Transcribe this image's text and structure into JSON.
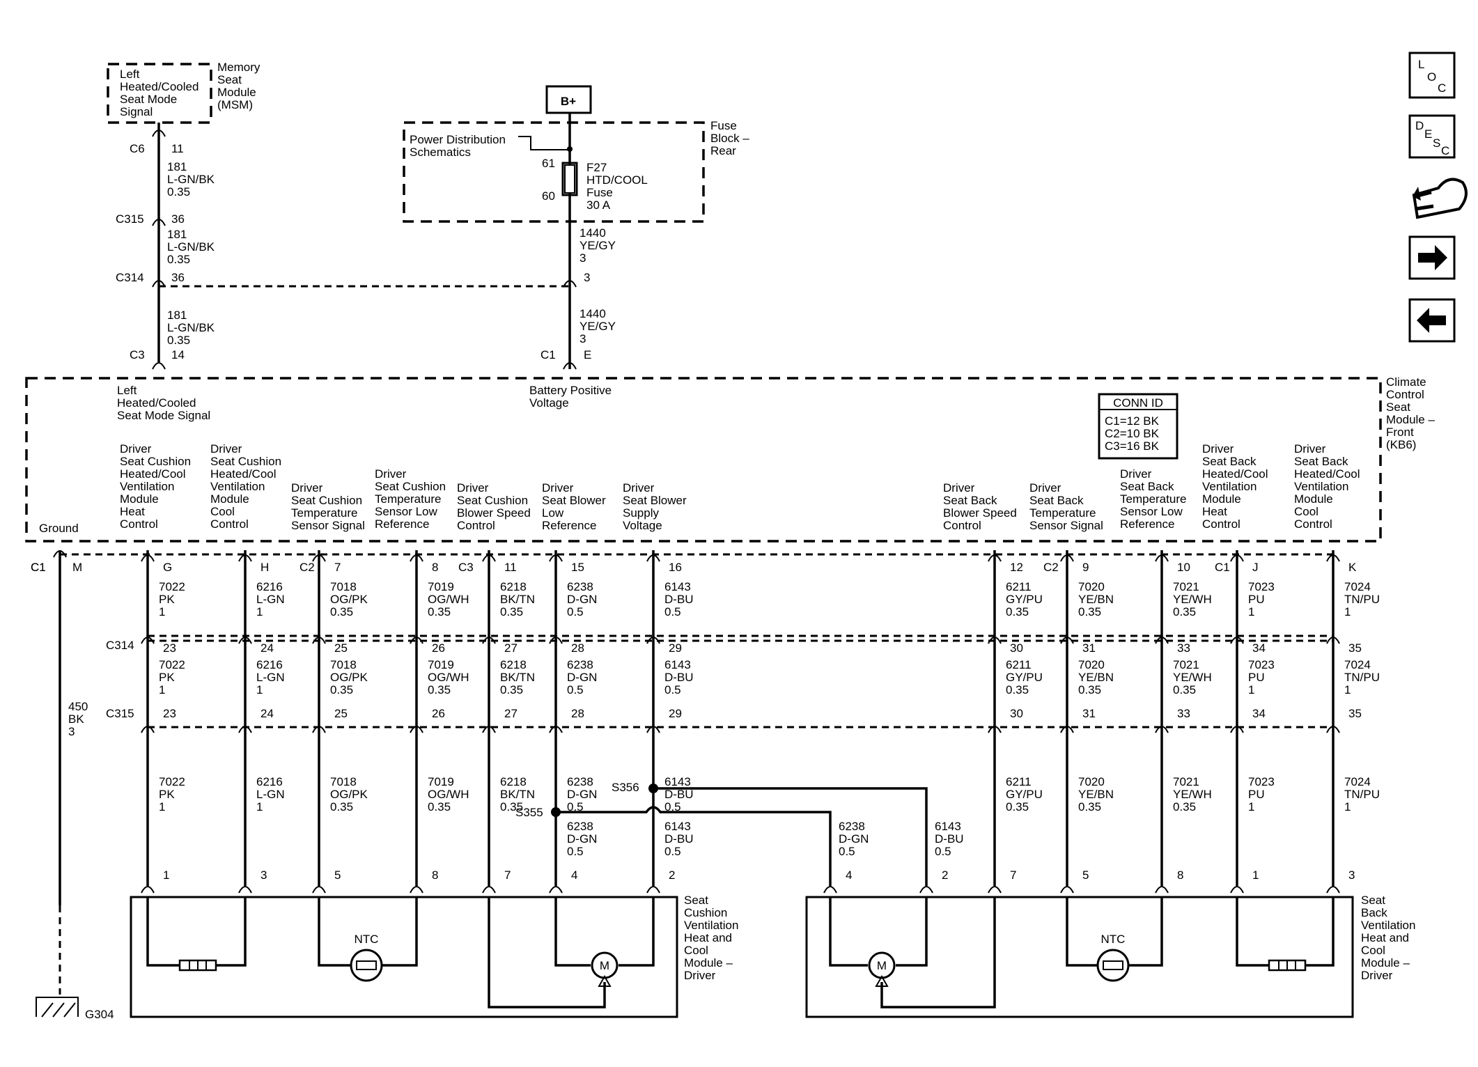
{
  "msm": {
    "box_lines": [
      "Left",
      "Heated/Cooled",
      "Seat Mode",
      "Signal"
    ],
    "module_lines": [
      "Memory",
      "Seat",
      "Module",
      "(MSM)"
    ]
  },
  "left_chain": {
    "c6": "C6",
    "c6_pin": "11",
    "w1": [
      "181",
      "L-GN/BK",
      "0.35"
    ],
    "c315": "C315",
    "c315_pin": "36",
    "w2": [
      "181",
      "L-GN/BK",
      "0.35"
    ],
    "c314": "C314",
    "c314_pin": "36",
    "w3": [
      "181",
      "L-GN/BK",
      "0.35"
    ],
    "c3": "C3",
    "c3_pin": "14"
  },
  "fuse": {
    "bplus": "B+",
    "pds_lines": [
      "Power Distribution",
      "Schematics"
    ],
    "pin_top": "61",
    "pin_bot": "60",
    "fuse_lines": [
      "F27",
      "HTD/COOL",
      "Fuse",
      "30 A"
    ],
    "block_lines": [
      "Fuse",
      "Block –",
      "Rear"
    ],
    "w1": [
      "1440",
      "YE/GY",
      "3"
    ],
    "c314_pin": "3",
    "w2": [
      "1440",
      "YE/GY",
      "3"
    ],
    "c1": "C1",
    "c1_pin": "E"
  },
  "ccsm": {
    "module_lines": [
      "Climate",
      "Control",
      "Seat",
      "Module –",
      "Front",
      "(KB6)"
    ],
    "left_signal": [
      "Left",
      "Heated/Cooled",
      "Seat Mode Signal"
    ],
    "battery": [
      "Battery Positive",
      "Voltage"
    ],
    "conn_id_title": "CONN ID",
    "conn_id_lines": [
      "C1=12 BK",
      "C2=10 BK",
      "C3=16 BK"
    ],
    "ground": "Ground",
    "func": {
      "g": [
        "Driver",
        "Seat Cushion",
        "Heated/Cool",
        "Ventilation",
        "Module",
        "Heat",
        "Control"
      ],
      "h": [
        "Driver",
        "Seat Cushion",
        "Heated/Cool",
        "Ventilation",
        "Module",
        "Cool",
        "Control"
      ],
      "p7": [
        "Driver",
        "Seat Cushion",
        "Temperature",
        "Sensor Signal"
      ],
      "p8": [
        "Driver",
        "Seat Cushion",
        "Temperature",
        "Sensor Low",
        "Reference"
      ],
      "p11": [
        "Driver",
        "Seat Cushion",
        "Blower Speed",
        "Control"
      ],
      "p15": [
        "Driver",
        "Seat Blower",
        "Low",
        "Reference"
      ],
      "p16": [
        "Driver",
        "Seat Blower",
        "Supply",
        "Voltage"
      ],
      "p12": [
        "Driver",
        "Seat Back",
        "Blower Speed",
        "Control"
      ],
      "p9": [
        "Driver",
        "Seat Back",
        "Temperature",
        "Sensor Signal"
      ],
      "p10": [
        "Driver",
        "Seat Back",
        "Temperature",
        "Sensor Low",
        "Reference"
      ],
      "j": [
        "Driver",
        "Seat Back",
        "Heated/Cool",
        "Ventilation",
        "Module",
        "Heat",
        "Control"
      ],
      "k": [
        "Driver",
        "Seat Back",
        "Heated/Cool",
        "Ventilation",
        "Module",
        "Cool",
        "Control"
      ]
    }
  },
  "connectors": {
    "c1": "C1",
    "c2": "C2",
    "c3": "C3",
    "c314": "C314",
    "c315": "C315"
  },
  "ground_wire": {
    "pin": "M",
    "w": [
      "450",
      "BK",
      "3"
    ],
    "g304": "G304"
  },
  "circuits": [
    {
      "id": "g",
      "top_pin": "G",
      "row1": [
        "7022",
        "PK",
        "1"
      ],
      "p314": "23",
      "row2": [
        "7022",
        "PK",
        "1"
      ],
      "p315": "23",
      "row3": [
        "7022",
        "PK",
        "1"
      ],
      "mod_pin": "1"
    },
    {
      "id": "h",
      "top_pin": "H",
      "row1": [
        "6216",
        "L-GN",
        "1"
      ],
      "p314": "24",
      "row2": [
        "6216",
        "L-GN",
        "1"
      ],
      "p315": "24",
      "row3": [
        "6216",
        "L-GN",
        "1"
      ],
      "mod_pin": "3"
    },
    {
      "id": "p7",
      "top_pin": "7",
      "row1": [
        "7018",
        "OG/PK",
        "0.35"
      ],
      "p314": "25",
      "row2": [
        "7018",
        "OG/PK",
        "0.35"
      ],
      "p315": "25",
      "row3": [
        "7018",
        "OG/PK",
        "0.35"
      ],
      "mod_pin": "5"
    },
    {
      "id": "p8",
      "top_pin": "8",
      "row1": [
        "7019",
        "OG/WH",
        "0.35"
      ],
      "p314": "26",
      "row2": [
        "7019",
        "OG/WH",
        "0.35"
      ],
      "p315": "26",
      "row3": [
        "7019",
        "OG/WH",
        "0.35"
      ],
      "mod_pin": "8"
    },
    {
      "id": "p11",
      "top_pin": "11",
      "row1": [
        "6218",
        "BK/TN",
        "0.35"
      ],
      "p314": "27",
      "row2": [
        "6218",
        "BK/TN",
        "0.35"
      ],
      "p315": "27",
      "row3": [
        "6218",
        "BK/TN",
        "0.35"
      ],
      "mod_pin": "7"
    },
    {
      "id": "p15",
      "top_pin": "15",
      "row1": [
        "6238",
        "D-GN",
        "0.5"
      ],
      "p314": "28",
      "row2": [
        "6238",
        "D-GN",
        "0.5"
      ],
      "p315": "28",
      "row3": [
        "6238",
        "D-GN",
        "0.5"
      ],
      "row4": [
        "6238",
        "D-GN",
        "0.5"
      ],
      "mod_pin": "4"
    },
    {
      "id": "p16",
      "top_pin": "16",
      "row1": [
        "6143",
        "D-BU",
        "0.5"
      ],
      "p314": "29",
      "row2": [
        "6143",
        "D-BU",
        "0.5"
      ],
      "p315": "29",
      "row3": [
        "6143",
        "D-BU",
        "0.5"
      ],
      "row4": [
        "6143",
        "D-BU",
        "0.5"
      ],
      "mod_pin": "2"
    },
    {
      "id": "p12",
      "top_pin": "12",
      "row1": [
        "6211",
        "GY/PU",
        "0.35"
      ],
      "p314": "30",
      "row2": [
        "6211",
        "GY/PU",
        "0.35"
      ],
      "p315": "30",
      "row3": [
        "6211",
        "GY/PU",
        "0.35"
      ],
      "mod_pin": "7"
    },
    {
      "id": "p9",
      "top_pin": "9",
      "row1": [
        "7020",
        "YE/BN",
        "0.35"
      ],
      "p314": "31",
      "row2": [
        "7020",
        "YE/BN",
        "0.35"
      ],
      "p315": "31",
      "row3": [
        "7020",
        "YE/BN",
        "0.35"
      ],
      "mod_pin": "5"
    },
    {
      "id": "p10",
      "top_pin": "10",
      "row1": [
        "7021",
        "YE/WH",
        "0.35"
      ],
      "p314": "33",
      "row2": [
        "7021",
        "YE/WH",
        "0.35"
      ],
      "p315": "33",
      "row3": [
        "7021",
        "YE/WH",
        "0.35"
      ],
      "mod_pin": "8"
    },
    {
      "id": "j",
      "top_pin": "J",
      "row1": [
        "7023",
        "PU",
        "1"
      ],
      "p314": "34",
      "row2": [
        "7023",
        "PU",
        "1"
      ],
      "p315": "34",
      "row3": [
        "7023",
        "PU",
        "1"
      ],
      "mod_pin": "1"
    },
    {
      "id": "k",
      "top_pin": "K",
      "row1": [
        "7024",
        "TN/PU",
        "1"
      ],
      "p314": "35",
      "row2": [
        "7024",
        "TN/PU",
        "1"
      ],
      "p315": "35",
      "row3": [
        "7024",
        "TN/PU",
        "1"
      ],
      "mod_pin": "3"
    }
  ],
  "splices": {
    "s355": "S355",
    "s356": "S356",
    "back_gn": [
      "6238",
      "D-GN",
      "0.5"
    ],
    "back_bu": [
      "6143",
      "D-BU",
      "0.5"
    ],
    "back_gn_pin": "4",
    "back_bu_pin": "2"
  },
  "cushion_module": {
    "lines": [
      "Seat",
      "Cushion",
      "Ventilation",
      "Heat and",
      "Cool",
      "Module –",
      "Driver"
    ],
    "ntc": "NTC",
    "motor": "M"
  },
  "back_module": {
    "lines": [
      "Seat",
      "Back",
      "Ventilation",
      "Heat and",
      "Cool",
      "Module –",
      "Driver"
    ],
    "ntc": "NTC",
    "motor": "M"
  },
  "nav": {
    "loc": [
      "L",
      "O",
      "C"
    ],
    "desc": [
      "D",
      "E",
      "S",
      "C"
    ]
  }
}
